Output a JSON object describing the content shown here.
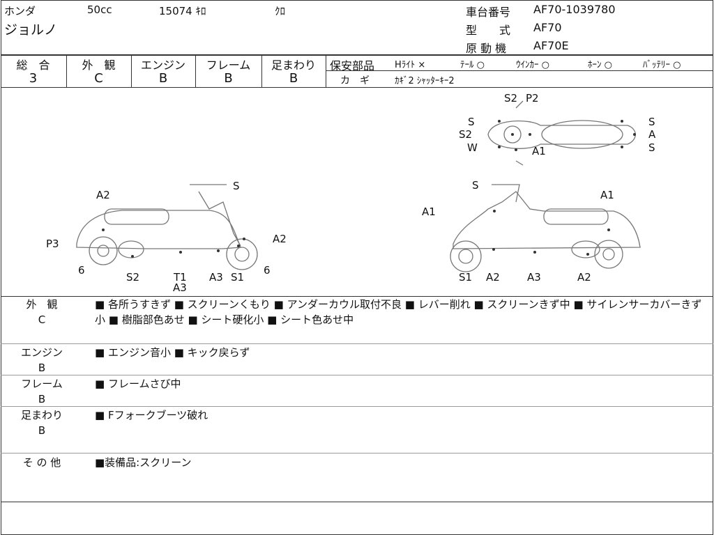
{
  "header": {
    "maker": "ホンダ",
    "displacement": "50cc",
    "mileage": "15074 ｷﾛ",
    "color": "ｸﾛ",
    "model_name": "ジョルノ",
    "frame_no_label": "車台番号",
    "frame_no": "AF70-1039780",
    "type_label": "型　　式",
    "type": "AF70",
    "engine_label": "原 動 機",
    "engine": "AF70E"
  },
  "scores": [
    {
      "label": "総　合",
      "value": "3"
    },
    {
      "label": "外　観",
      "value": "C"
    },
    {
      "label": "エンジン",
      "value": "B"
    },
    {
      "label": "フレーム",
      "value": "B"
    },
    {
      "label": "足まわり",
      "value": "B"
    }
  ],
  "safety": {
    "label": "保安部品",
    "items": [
      "Hﾗｲﾄ ×",
      "ﾃｰﾙ ○",
      "ｳｲﾝｶｰ ○",
      "ﾎｰﾝ ○",
      "ﾊﾞｯﾃﾘｰ ○"
    ],
    "key_label": "カ　ギ",
    "key_value": "ｶｷﾞ2 ｼｬｯﾀｰｷｰ2"
  },
  "diagram": {
    "labels": [
      "S",
      "A2",
      "P3",
      "A2",
      "6",
      "S2",
      "T1",
      "A3",
      "A3",
      "S1",
      "6",
      "S",
      "A1",
      "A1",
      "S1",
      "A2",
      "A3",
      "A2",
      "S2",
      "P2",
      "S",
      "S",
      "S2",
      "A",
      "W",
      "A1",
      "S"
    ]
  },
  "remarks": [
    {
      "title": "外　観",
      "grade": "C",
      "text": "■ 各所うすきず ■ スクリーンくもり ■ アンダーカウル取付不良 ■ レバー削れ ■ スクリーンきず中 ■ サイレンサーカバーきず小 ■ 樹脂部色あせ ■ シート硬化小 ■ シート色あせ中"
    },
    {
      "title": "エンジン",
      "grade": "B",
      "text": "■ エンジン音小 ■ キック戻らず"
    },
    {
      "title": "フレーム",
      "grade": "B",
      "text": "■ フレームさび中"
    },
    {
      "title": "足まわり",
      "grade": "B",
      "text": "■ Fフォークブーツ破れ"
    },
    {
      "title": "そ の 他",
      "grade": "",
      "text": "■装備品:スクリーン"
    }
  ]
}
